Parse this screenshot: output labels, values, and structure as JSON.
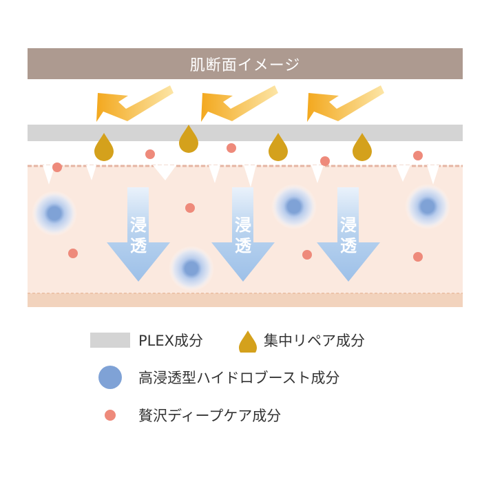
{
  "title": "肌断面イメージ",
  "arrow_label": "浸\n透",
  "colors": {
    "title_bar": "#ad9a90",
    "plex_layer": "#d4d4d4",
    "skin": "#fbe9df",
    "skin_top_line": "#e5b5a3",
    "bottom_layer": "#f2d3bd",
    "reflect_arrow": "#f3b12d",
    "drop": "#d4a11c",
    "blue_core": "#7fa2d6",
    "red_dot": "#ee8a7b",
    "penetration_arrow": "#a9c8ea"
  },
  "legend": [
    {
      "icon": "gray-bar-icon",
      "label": "PLEX成分"
    },
    {
      "icon": "drop-icon",
      "label": "集中リペア成分"
    },
    {
      "icon": "blue-circle-icon",
      "label": "高浸透型ハイドロブースト成分"
    },
    {
      "icon": "red-dot-icon",
      "label": "贅沢ディープケア成分"
    }
  ]
}
